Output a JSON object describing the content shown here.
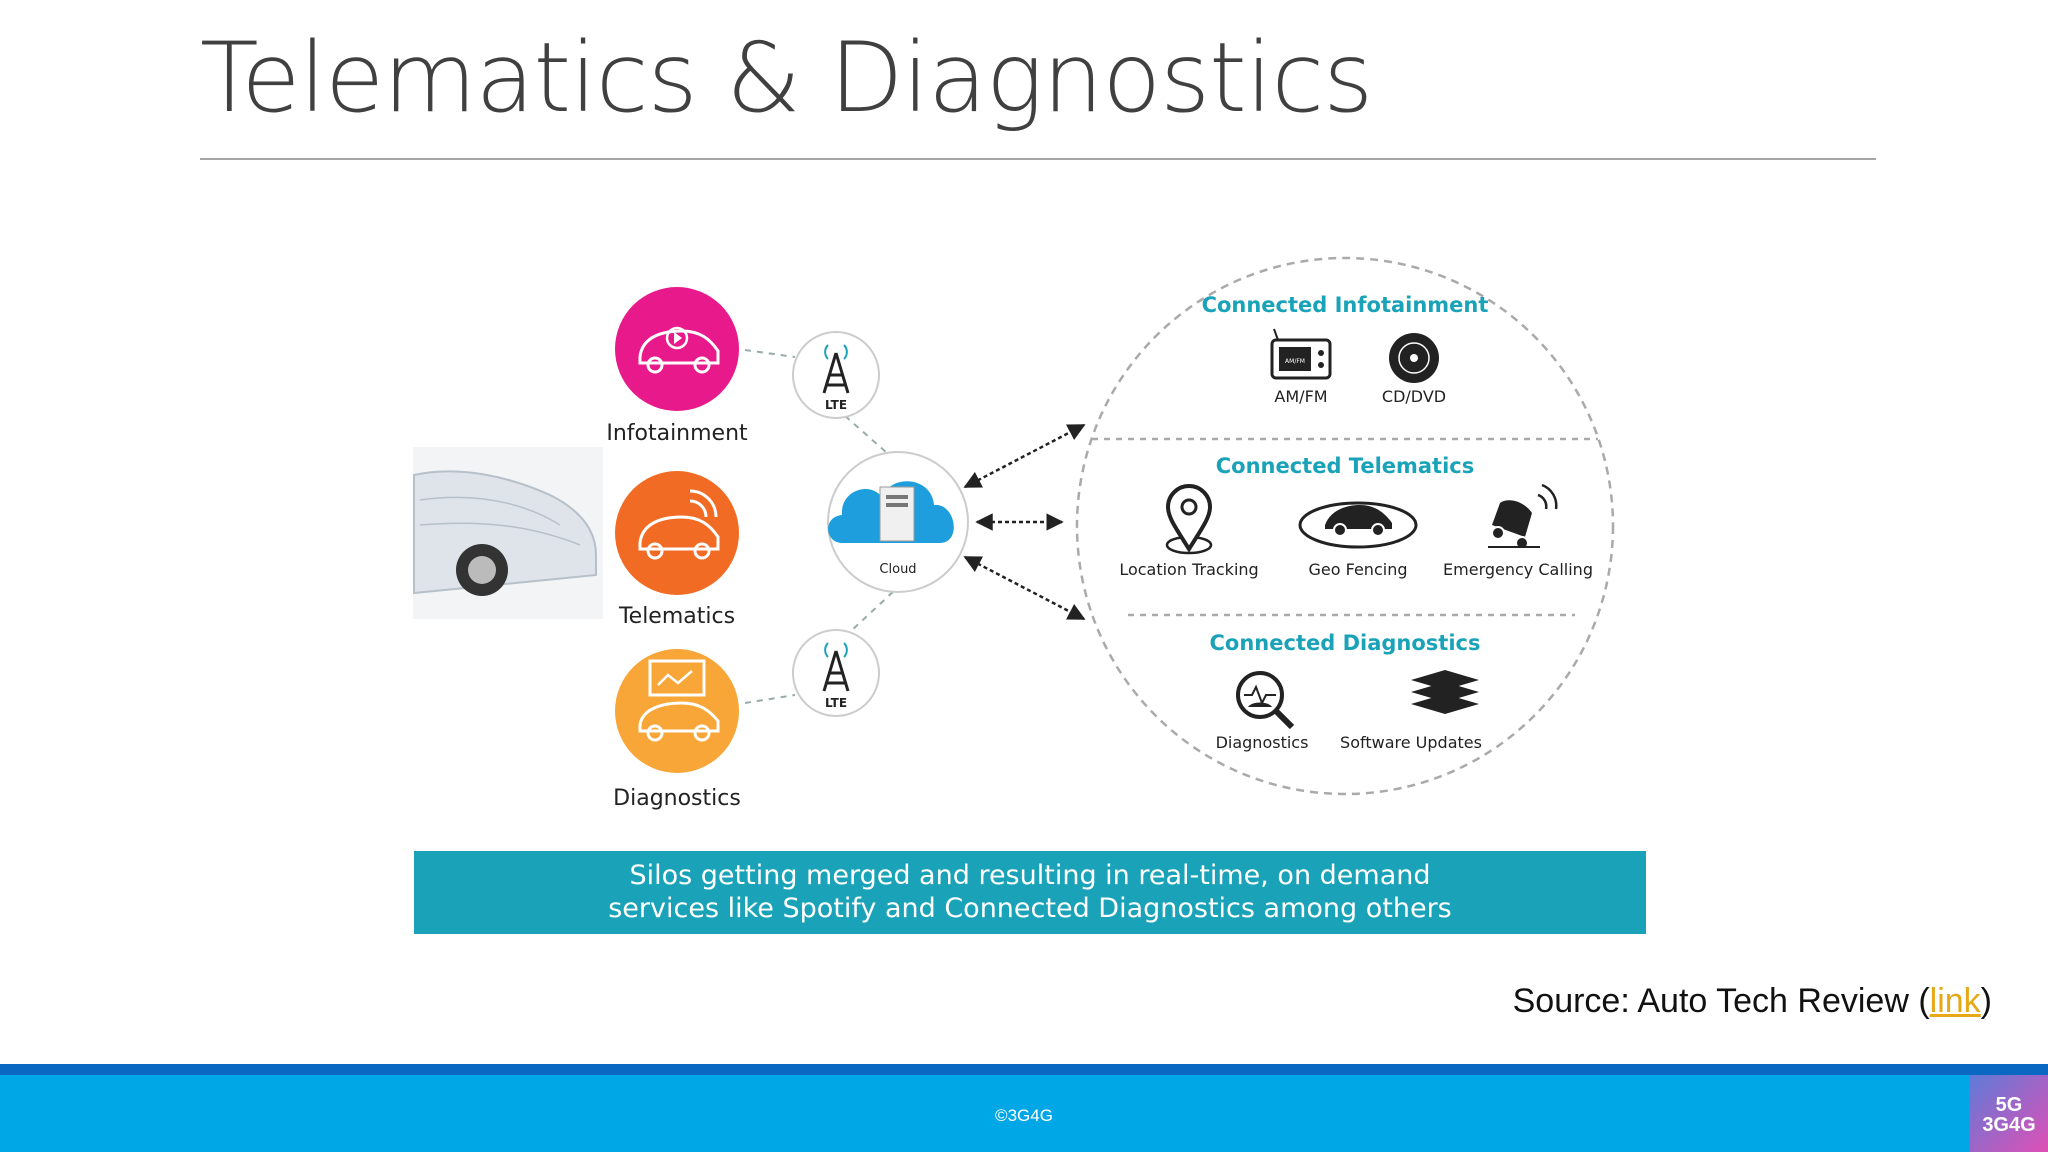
{
  "slide": {
    "title": "Telematics & Diagnostics"
  },
  "diagram": {
    "left_nodes": [
      {
        "label": "Infotainment",
        "color": "#e8198b"
      },
      {
        "label": "Telematics",
        "color": "#f26b24"
      },
      {
        "label": "Diagnostics",
        "color": "#f7a637"
      }
    ],
    "tower_label": "LTE",
    "cloud_label": "Cloud",
    "sections": [
      {
        "title": "Connected Infotainment",
        "items": [
          "AM/FM",
          "CD/DVD"
        ]
      },
      {
        "title": "Connected Telematics",
        "items": [
          "Location Tracking",
          "Geo Fencing",
          "Emergency Calling"
        ]
      },
      {
        "title": "Connected Diagnostics",
        "items": [
          "Diagnostics",
          "Software Updates"
        ]
      }
    ],
    "radio_text": "AM/FM",
    "accent_color": "#1aa3b8"
  },
  "banner": {
    "line1": "Silos getting merged and resulting in real-time, on demand",
    "line2": "services like Spotify and Connected Diagnostics among others"
  },
  "source": {
    "prefix": "Source: Auto Tech Review (",
    "link": "link",
    "suffix": ")"
  },
  "footer": {
    "copyright": "©3G4G",
    "logo_line1": "5G",
    "logo_line2": "3G4G"
  }
}
